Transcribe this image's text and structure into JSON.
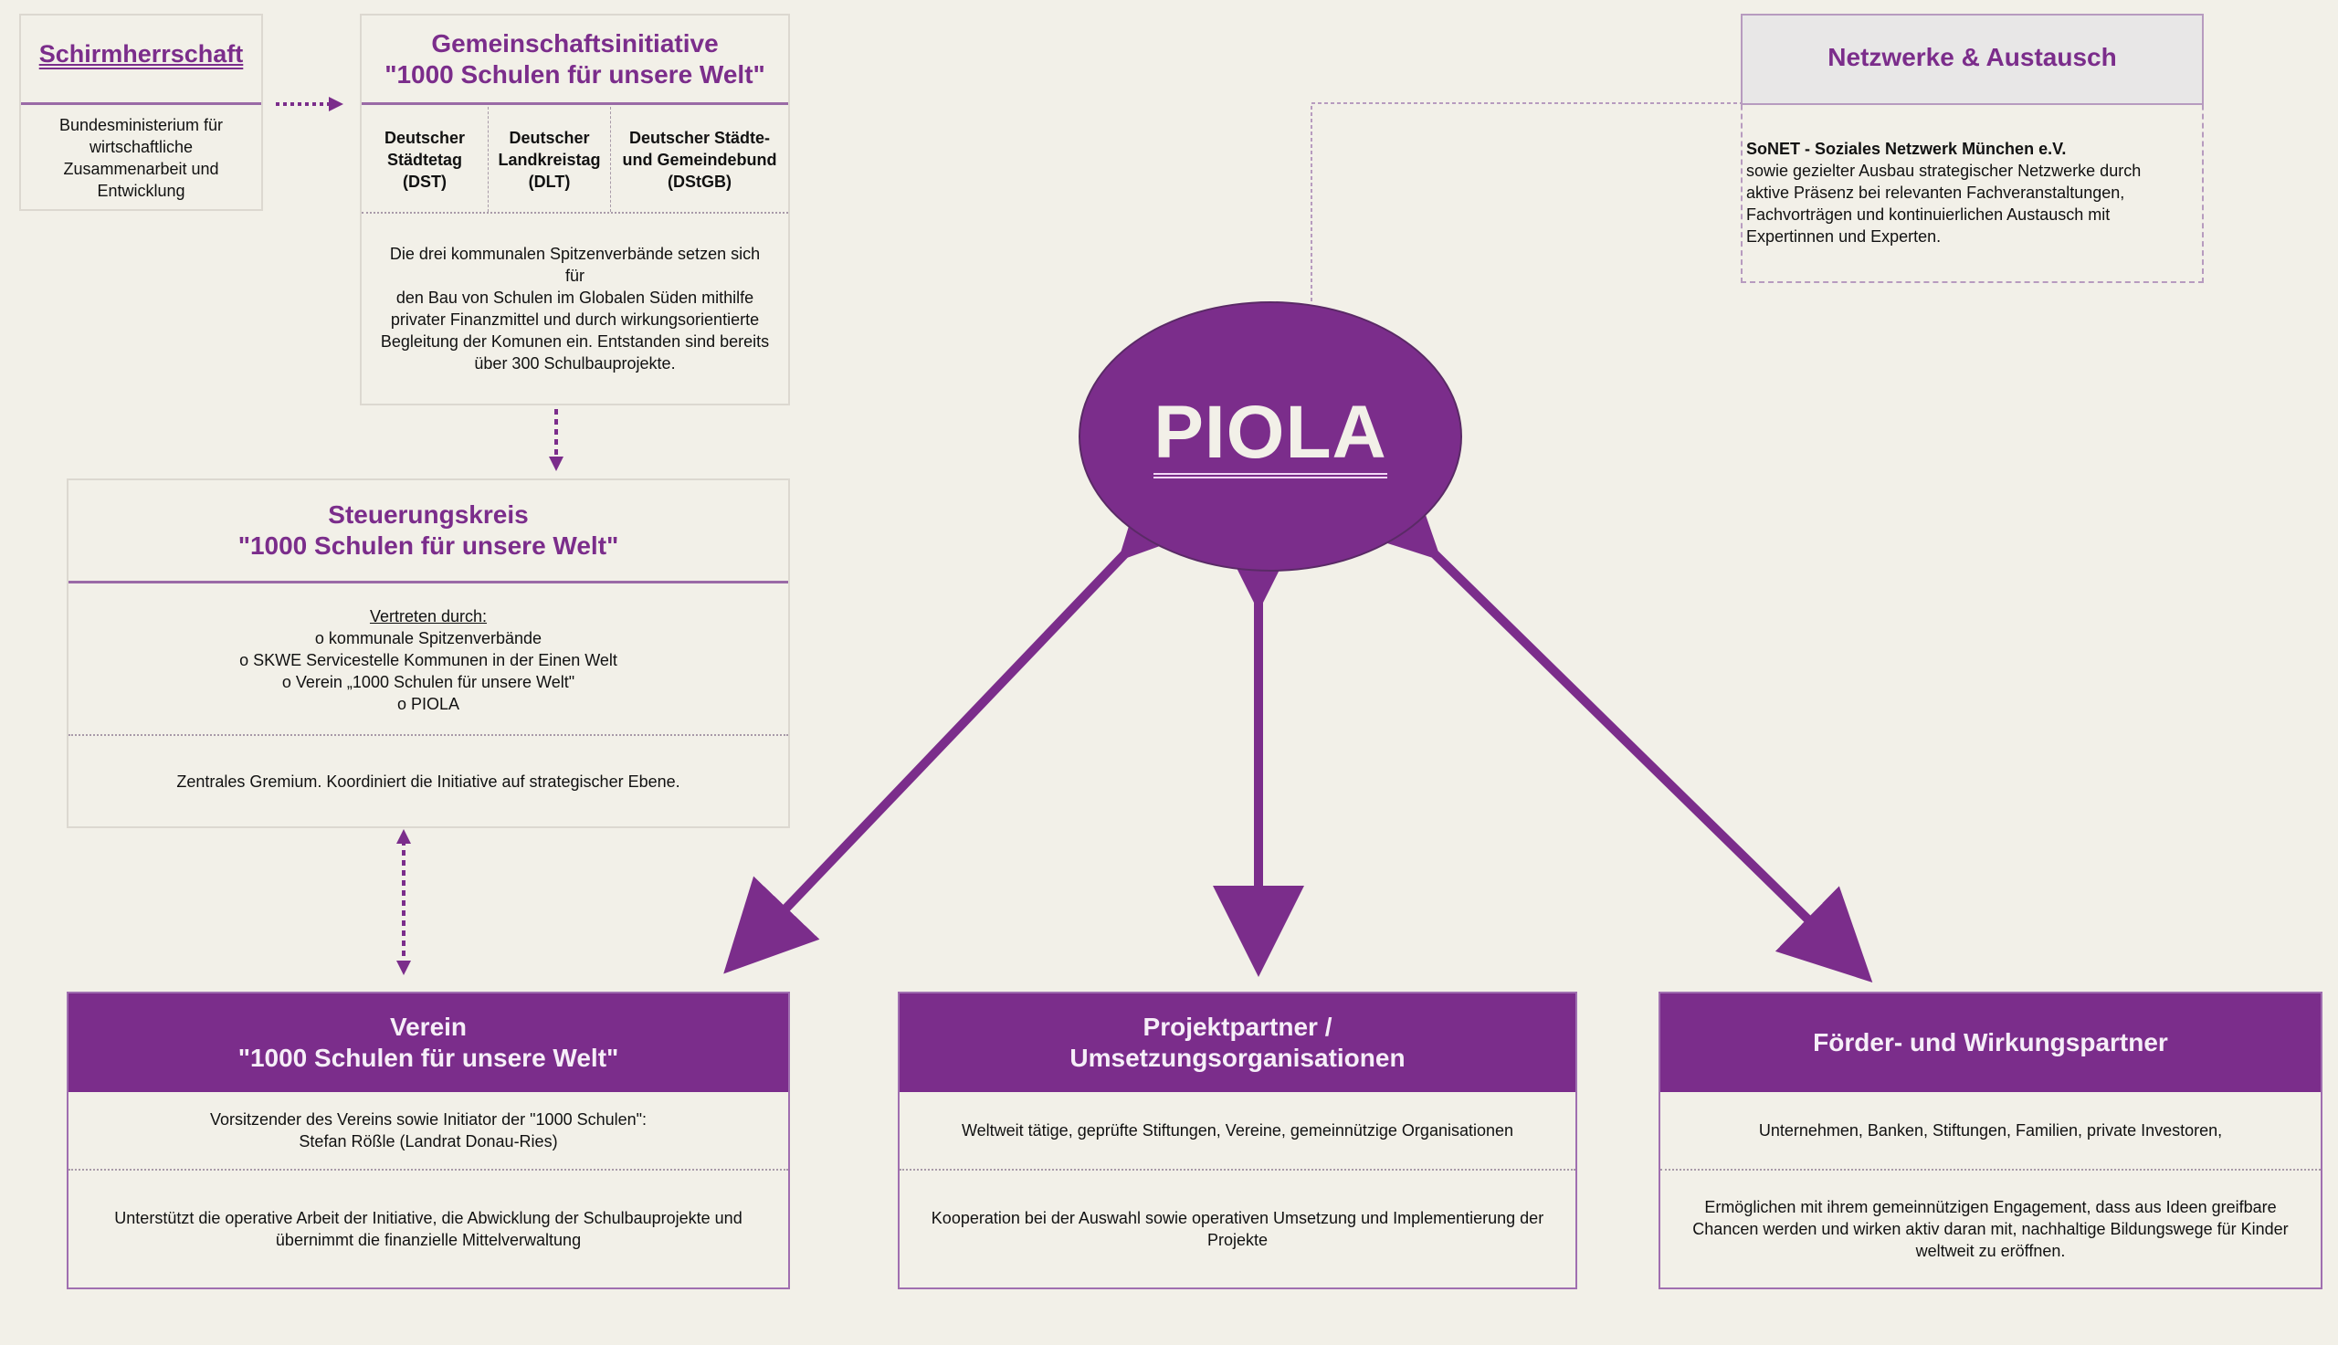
{
  "colors": {
    "accent": "#7b2d8b",
    "background": "#f2f0e8",
    "header_gray": "#e8e7e7"
  },
  "schirmherrschaft": {
    "title": "Schirmherrschaft",
    "body": [
      "Bundesministerium für",
      "wirtschaftliche",
      "Zusammenarbeit und",
      "Entwicklung"
    ]
  },
  "gemeinschaft": {
    "title_line1": "Gemeinschaftsinitiative",
    "title_line2": "\"1000 Schulen für unsere Welt\"",
    "members": [
      {
        "lines": [
          "Deutscher",
          "Städtetag",
          "(DST)"
        ]
      },
      {
        "lines": [
          "Deutscher",
          "Landkreistag",
          "(DLT)"
        ]
      },
      {
        "lines": [
          "Deutscher Städte-",
          "und Gemeindebund",
          "(DStGB)"
        ]
      }
    ],
    "body": [
      "Die drei kommunalen Spitzenverbände setzen sich für",
      "den Bau von Schulen im Globalen Süden mithilfe",
      "privater Finanzmittel und durch wirkungsorientierte",
      "Begleitung der Komunen ein. Entstanden sind bereits",
      "über 300 Schulbauprojekte."
    ]
  },
  "netzwerke": {
    "title": "Netzwerke & Austausch",
    "org": "SoNET - Soziales  Netzwerk München e.V.",
    "body": [
      "sowie gezielter Ausbau strategischer Netzwerke durch",
      "aktive Präsenz bei relevanten Fachveranstaltungen,",
      "Fachvorträgen und kontinuierlichen Austausch mit",
      "Expertinnen und Experten."
    ]
  },
  "steuerungskreis": {
    "title_line1": "Steuerungskreis",
    "title_line2": "\"1000 Schulen für unsere Welt\"",
    "represented_label": "Vertreten durch:",
    "members": [
      "o  kommunale Spitzenverbände",
      "o  SKWE  Servicestelle Kommunen in der Einen Welt",
      "o  Verein „1000 Schulen für unsere Welt\"",
      "o  PIOLA"
    ],
    "body": "Zentrales Gremium. Koordiniert die Initiative auf strategischer Ebene."
  },
  "center": {
    "label": "PIOLA"
  },
  "verein": {
    "title_line1": "Verein",
    "title_line2": "\"1000 Schulen für unsere Welt\"",
    "section1": [
      "Vorsitzender des Vereins sowie Initiator der \"1000 Schulen\":",
      "Stefan Rößle (Landrat Donau-Ries)"
    ],
    "section2": [
      "Unterstützt die operative Arbeit der Initiative, die Abwicklung der Schulbauprojekte und",
      "übernimmt die finanzielle Mittelverwaltung"
    ]
  },
  "projektpartner": {
    "title_line1": "Projektpartner /",
    "title_line2": "Umsetzungsorganisationen",
    "section1": [
      "Weltweit tätige, geprüfte Stiftungen, Vereine, gemeinnützige Organisationen"
    ],
    "section2": [
      "Kooperation bei der Auswahl sowie operativen Umsetzung und Implementierung der",
      "Projekte"
    ]
  },
  "foerderpartner": {
    "title_line1": "Förder- und Wirkungspartner",
    "section1": [
      "Unternehmen, Banken, Stiftungen, Familien, private Investoren,"
    ],
    "section2": [
      "Ermöglichen mit ihrem gemeinnützigen Engagement, dass aus Ideen greifbare",
      "Chancen werden und wirken aktiv daran mit, nachhaltige Bildungswege für Kinder",
      "weltweit zu eröffnen."
    ]
  }
}
